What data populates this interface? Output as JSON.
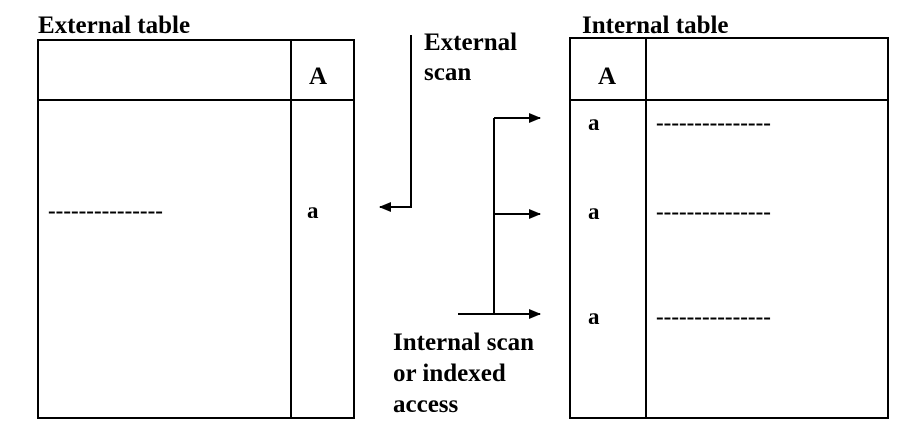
{
  "external_table": {
    "title": "External table",
    "column_header": "A",
    "row_value": "a",
    "row_dashes": "---------------"
  },
  "internal_table": {
    "title": "Internal table",
    "column_header": "A",
    "rows": [
      {
        "key": "a",
        "dashes": "---------------"
      },
      {
        "key": "a",
        "dashes": "---------------"
      },
      {
        "key": "a",
        "dashes": "---------------"
      }
    ]
  },
  "labels": {
    "external_scan_line1": "External",
    "external_scan_line2": "scan",
    "internal_scan_line1": "Internal scan",
    "internal_scan_line2": "or indexed",
    "internal_scan_line3": "access"
  }
}
